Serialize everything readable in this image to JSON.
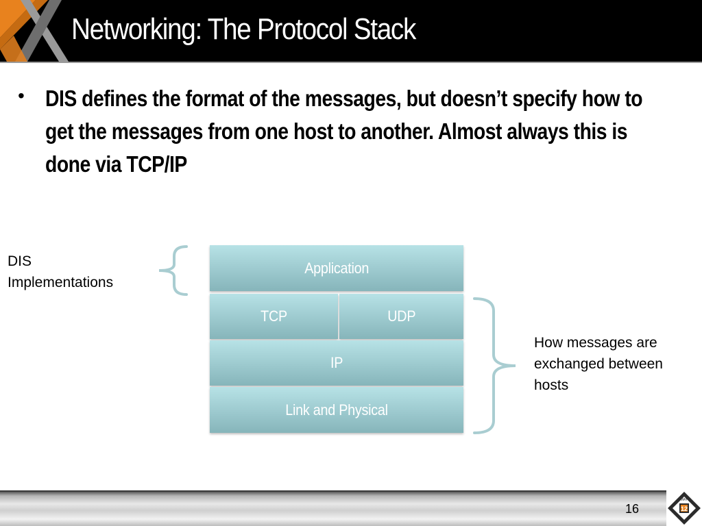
{
  "slide": {
    "title": "Networking: The Protocol Stack",
    "bullet": "DIS defines the format of the messages, but doesn’t specify how to get the messages from one host to another. Almost always this is done via TCP/IP",
    "left_label_line1": "DIS",
    "left_label_line2": "Implementations",
    "right_label_line1": "How messages are",
    "right_label_line2": "exchanged between",
    "right_label_line3": "hosts",
    "page_number": "16"
  },
  "stack": {
    "application": "Application",
    "tcp": "TCP",
    "udp": "UDP",
    "ip": "IP",
    "link": "Link and Physical"
  },
  "footer_logo": {
    "text_top": "MAY",
    "number": "12",
    "icon": "company-logo-icon"
  },
  "colors": {
    "header_bg": "#000000",
    "layer_light": "#b7e2e6",
    "layer_dark": "#86b5ba",
    "brace": "#a9cdd1",
    "logo_orange": "#e8821e"
  }
}
